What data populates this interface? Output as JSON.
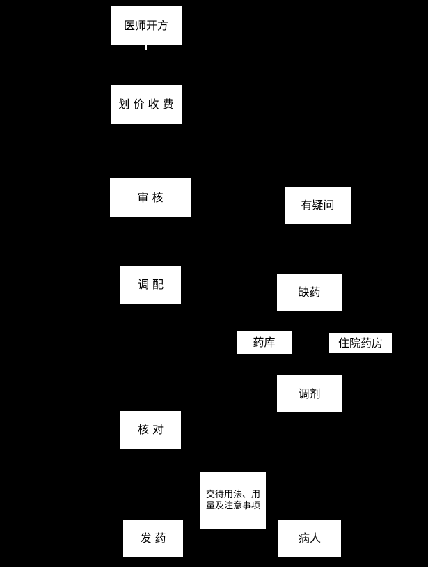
{
  "diagram": {
    "background_color": "#000000",
    "node_fill_color": "#ffffff",
    "node_border_color": "#000000",
    "node_text_color": "#000000",
    "nodes": [
      {
        "id": "physician-prescribe",
        "label": "医师开方"
      },
      {
        "id": "pricing-charging",
        "label": "划 价 收 费"
      },
      {
        "id": "review",
        "label": "审 核"
      },
      {
        "id": "have-question",
        "label": "有疑问"
      },
      {
        "id": "compound",
        "label": "调 配"
      },
      {
        "id": "drug-shortage",
        "label": "缺药"
      },
      {
        "id": "drug-storehouse",
        "label": "药库"
      },
      {
        "id": "inpatient-pharmacy",
        "label": "住院药房"
      },
      {
        "id": "dispensing",
        "label": "调剂"
      },
      {
        "id": "verification",
        "label": "核 对"
      },
      {
        "id": "instructions",
        "label": "交待用法、用量及注意事项"
      },
      {
        "id": "dispense-medicine",
        "label": "发 药"
      },
      {
        "id": "patient",
        "label": "病人"
      }
    ]
  }
}
